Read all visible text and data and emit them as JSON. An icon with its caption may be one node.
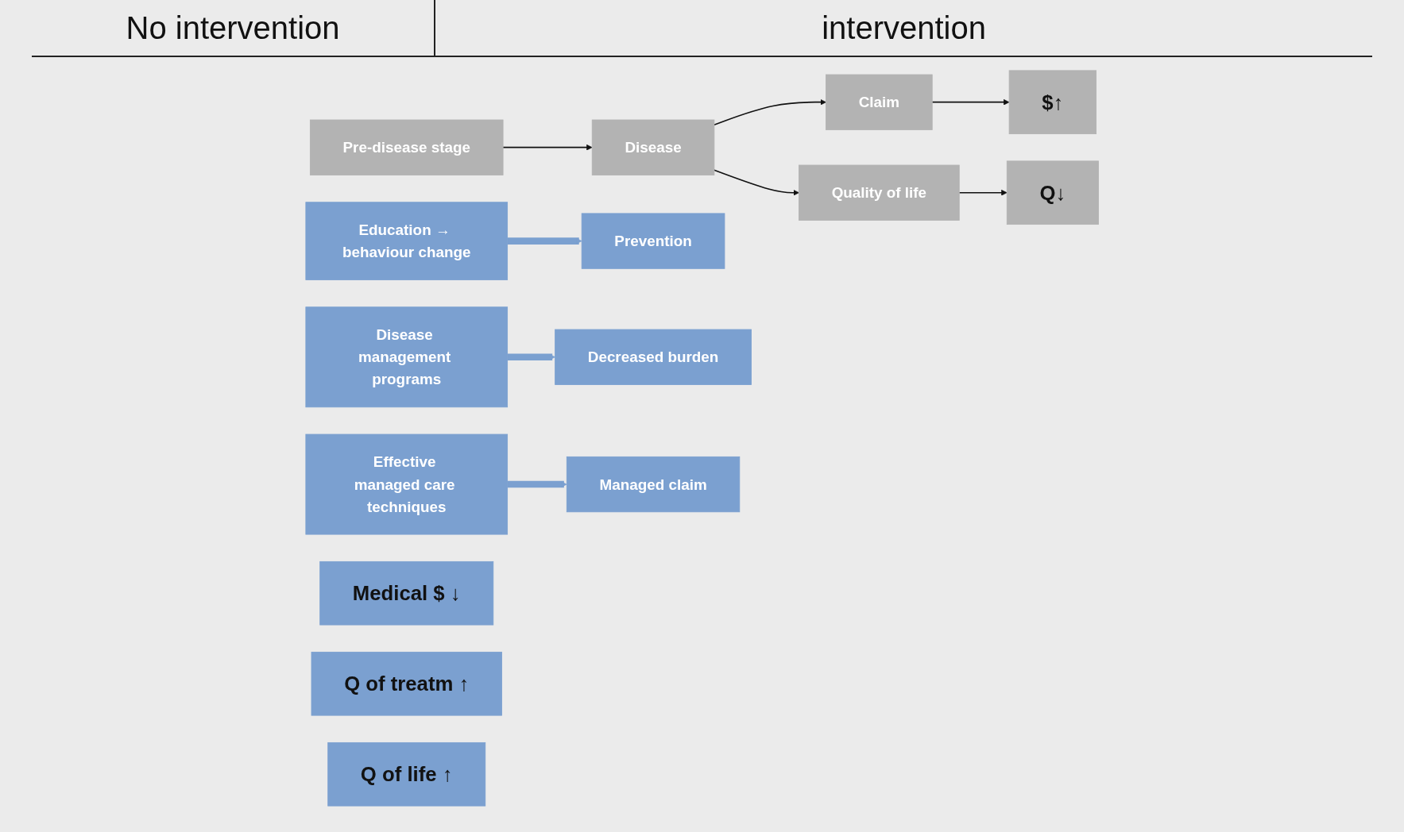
{
  "diagram": {
    "nodes": [
      {
        "text": [
          "Pre-disease stage"
        ]
      },
      {
        "text": [
          "Disease"
        ]
      },
      {
        "text": [
          "Claim"
        ]
      },
      {
        "text": [
          "Quality of life"
        ]
      },
      {
        "text": [
          "$↑"
        ]
      },
      {
        "text": [
          "Q↓"
        ]
      },
      {
        "text": [
          "Education → behaviour change"
        ]
      },
      {
        "text": [
          "Prevention"
        ]
      },
      {
        "text": [
          "Disease management programs"
        ]
      },
      {
        "text": [
          "Decreased burden"
        ]
      },
      {
        "text": [
          "Effective managed care techniques"
        ]
      },
      {
        "text": [
          "Managed claim"
        ]
      },
      {
        "text": [
          "Medical $ ↓"
        ]
      },
      {
        "text": [
          "Q of treatm ↑"
        ]
      },
      {
        "text": [
          "Q of life ↑"
        ]
      }
    ],
    "edges": [
      {
        "from": 0,
        "to": 1,
        "arrow": "to"
      },
      {
        "from": 1,
        "to": 2,
        "arrow": "to"
      },
      {
        "from": 1,
        "to": 3,
        "arrow": "to"
      },
      {
        "from": 2,
        "to": 4,
        "arrow": "to"
      },
      {
        "from": 3,
        "to": 5,
        "arrow": "to"
      },
      {
        "from": 6,
        "to": 7,
        "arrow": "to",
        "style": "thick",
        "color": "#7ba0d0"
      },
      {
        "from": 8,
        "to": 9,
        "arrow": "to",
        "style": "thick",
        "color": "#7ba0d0"
      },
      {
        "from": 10,
        "to": 11,
        "arrow": "to",
        "style": "thick",
        "color": "#7ba0d0"
      }
    ],
    "labels": [
      "No intervention",
      "intervention"
    ]
  }
}
